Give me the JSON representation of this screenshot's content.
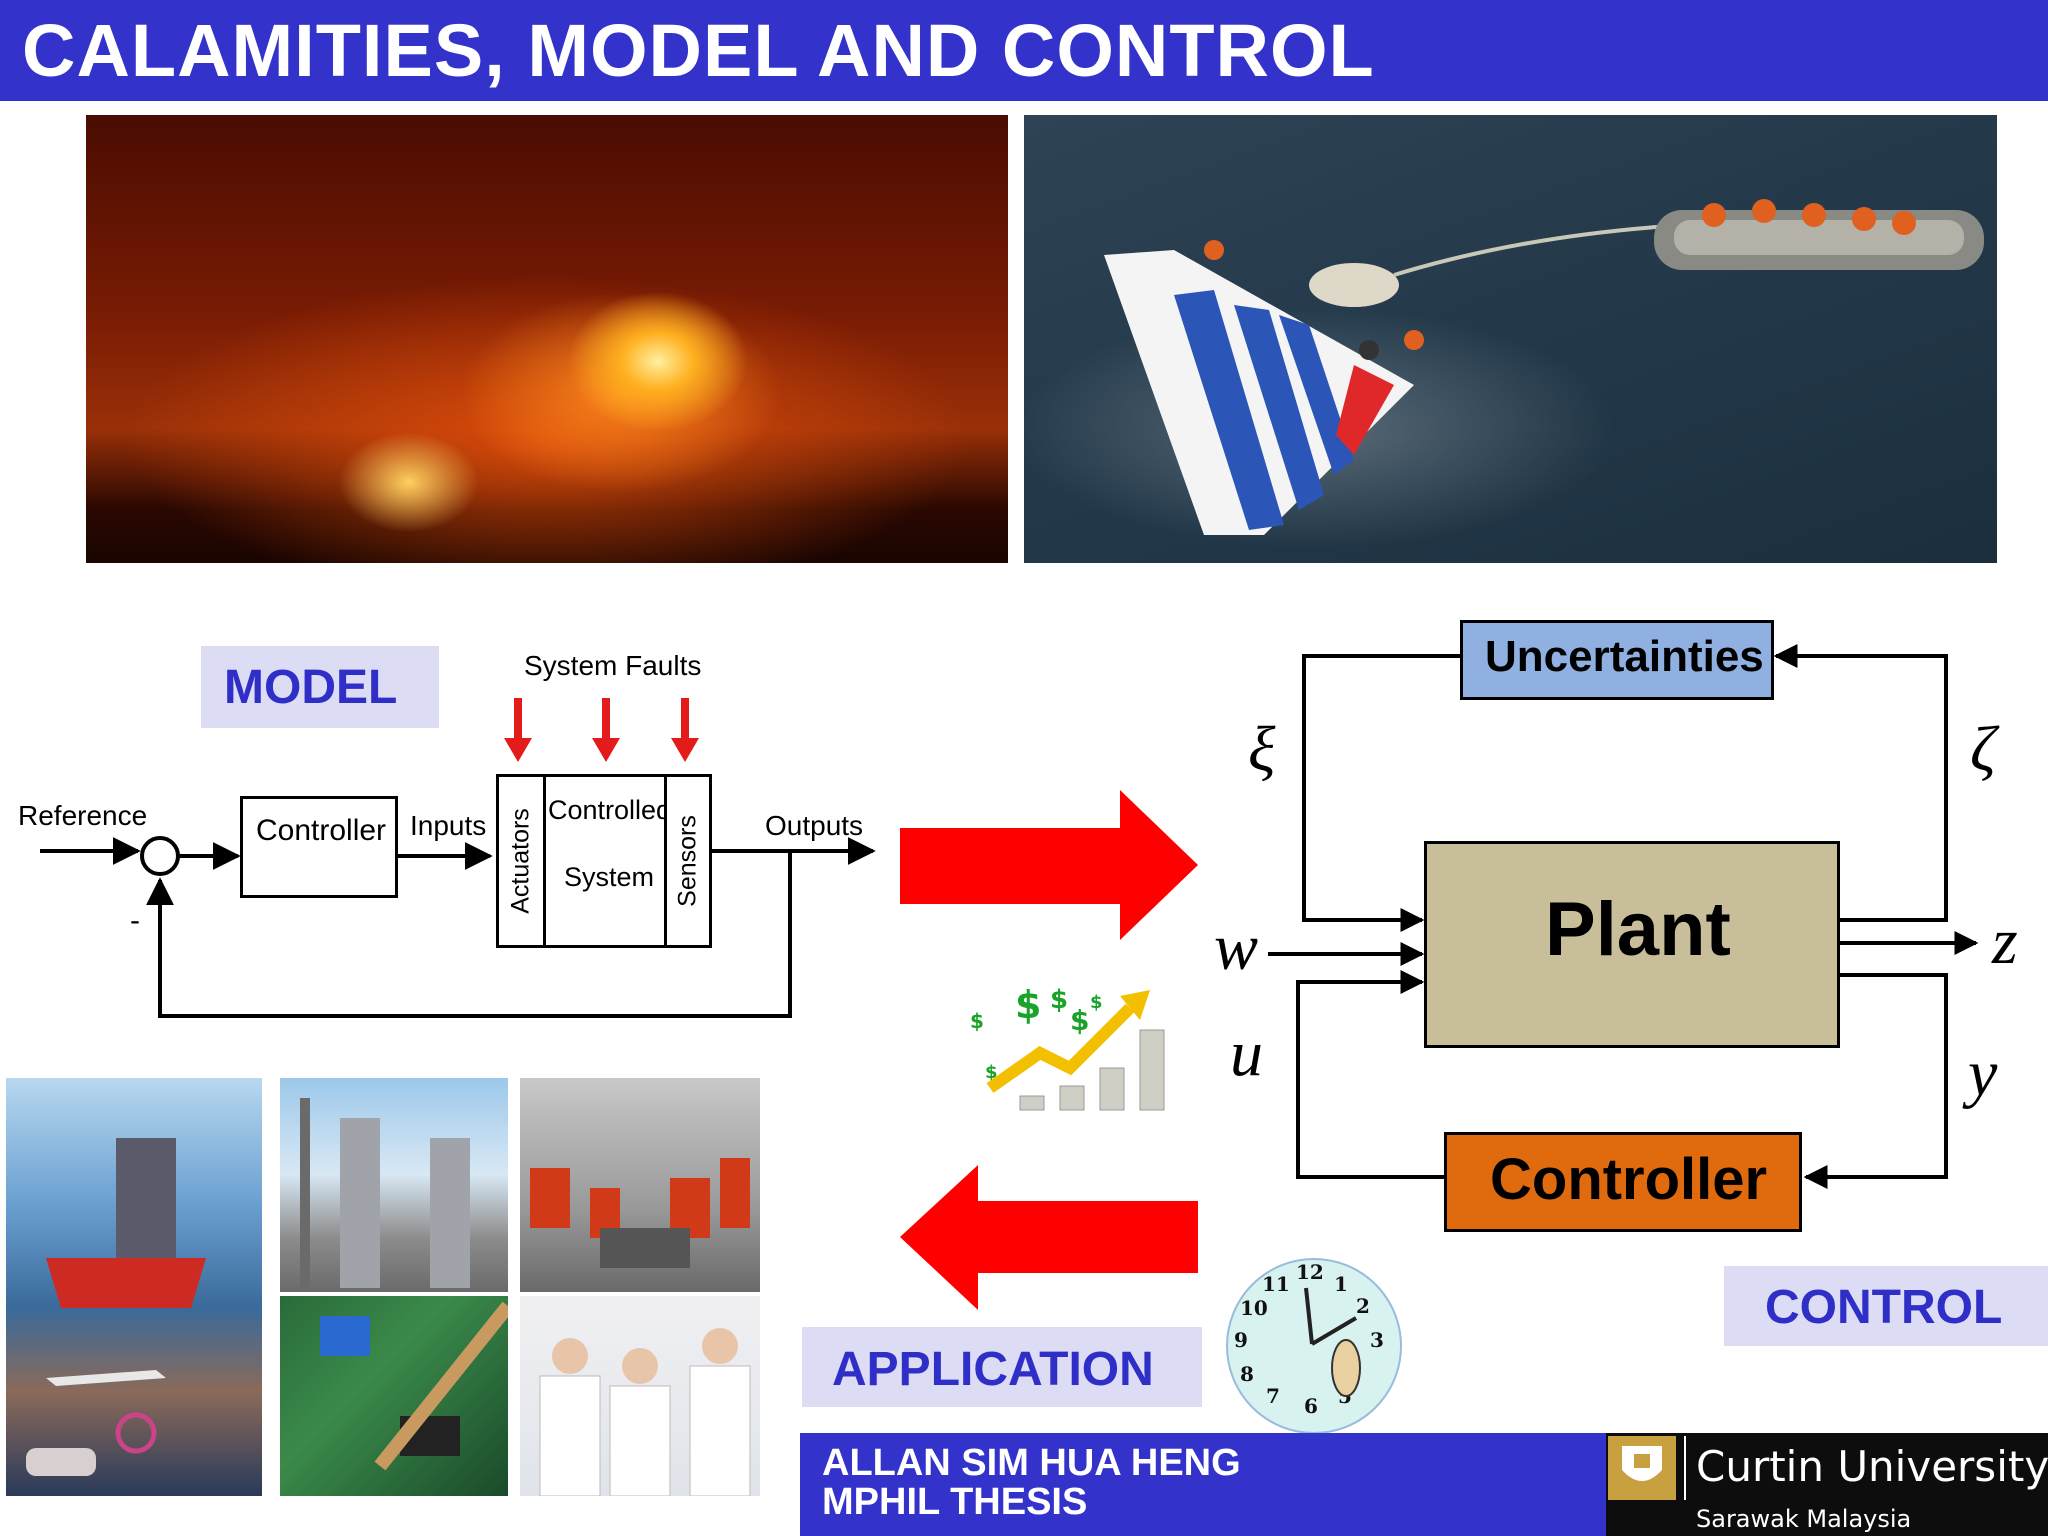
{
  "slide": {
    "title": "CALAMITIES, MODEL AND CONTROL"
  },
  "labels": {
    "model": "MODEL",
    "control": "CONTROL",
    "application": "APPLICATION"
  },
  "model_diagram": {
    "reference": "Reference",
    "minus": "-",
    "controller": "Controller",
    "inputs": "Inputs",
    "actuators": "Actuators",
    "controlled_line1": "Controlled",
    "controlled_line2": "System",
    "sensors": "Sensors",
    "outputs": "Outputs",
    "faults": "System Faults"
  },
  "control_diagram": {
    "uncertainties": "Uncertainties",
    "plant": "Plant",
    "controller": "Controller",
    "xi": "ξ",
    "zeta": "ζ",
    "w": "w",
    "z": "z",
    "u": "u",
    "y": "y"
  },
  "clock": {
    "n12": "12",
    "n11": "11",
    "n1": "1",
    "n10": "10",
    "n2": "2",
    "n9": "9",
    "n3": "3",
    "n8": "8",
    "n7": "7",
    "n6": "6",
    "n5": "5"
  },
  "footer": {
    "author": "ALLAN SIM HUA HENG",
    "thesis": "MPHIL THESIS",
    "university": "Curtin University",
    "campus": "Sarawak Malaysia"
  },
  "colors": {
    "title_bar": "#3333cc",
    "label_text": "#2f2fc8",
    "label_box": "#dcdcf4",
    "uncertainties_box": "#8fb0e0",
    "plant_box": "#c8bf9a",
    "controller_box": "#e06a0e",
    "arrow_red": "#ff0000"
  },
  "icons": [
    "fire-photo",
    "sea-wreckage-photo",
    "money-growth-icon",
    "clock-icon",
    "curtin-shield-icon",
    "application-collage"
  ]
}
